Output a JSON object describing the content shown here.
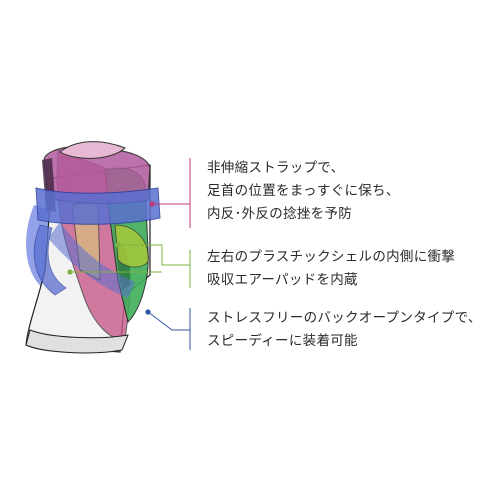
{
  "callouts": [
    {
      "lines": [
        "非伸縮ストラップで、",
        "足首の位置をまっすぐに保ち、",
        "内反･外反の捻挫を予防"
      ],
      "color": "#c0387a"
    },
    {
      "lines": [
        "左右のプラスチックシェルの内側に衝撃",
        "吸収エアーパッドを内蔵"
      ],
      "color": "#7cb342"
    },
    {
      "lines": [
        "ストレスフリーのバックオープンタイプで、",
        "スピーディーに装着可能"
      ],
      "color": "#2b57a6"
    }
  ],
  "colors": {
    "strap_blue": "#5a6fd0",
    "pink_shell": "#c85a8a",
    "green_shell": "#3fae5a",
    "lime_pad": "#a6c83a",
    "outline": "#222222"
  },
  "icons": [
    "ankle-brace-illustration",
    "callout-dot"
  ]
}
